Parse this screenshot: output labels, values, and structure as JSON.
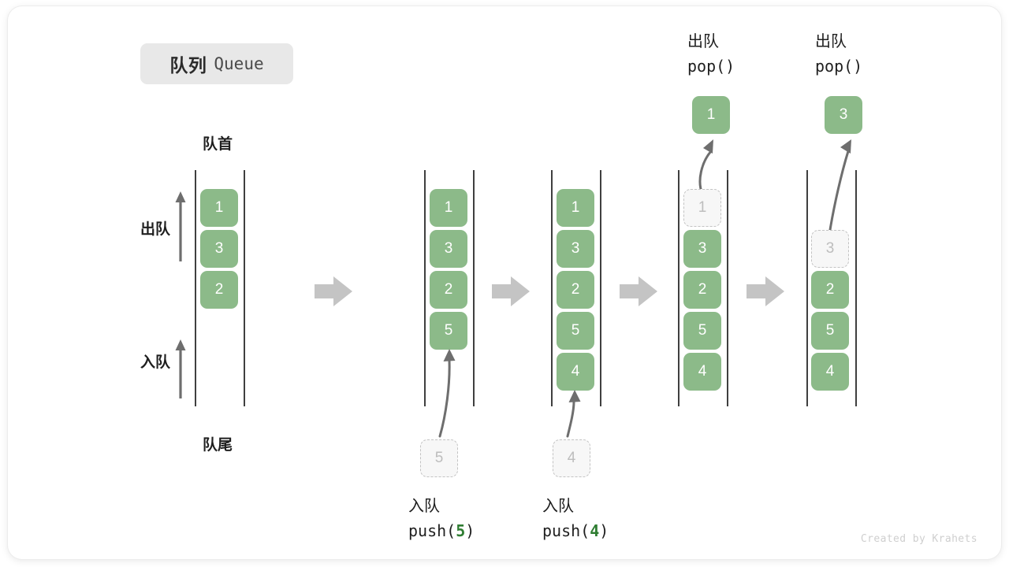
{
  "title": {
    "cn": "队列",
    "en": "Queue"
  },
  "captions": {
    "head": "队首",
    "tail": "队尾"
  },
  "side_labels": {
    "pop": "出队",
    "push": "入队"
  },
  "colors": {
    "cell_fill": "#8cba89",
    "cell_text": "#ffffff",
    "ghost_fill": "#f7f7f7",
    "ghost_border": "#c3c3c3",
    "ghost_text": "#bdbdbd",
    "rail": "#3f3f3f",
    "step_arrow": "#c4c4c4",
    "curve_arrow": "#6e6e6e",
    "badge_bg": "#e8e8e8",
    "code_accent": "#2f7d32"
  },
  "stages": [
    {
      "id": "stage-initial",
      "cells": [
        "1",
        "3",
        "2"
      ],
      "ghost_index": -1,
      "op": null,
      "popped": null
    },
    {
      "id": "stage-push-5",
      "cells": [
        "1",
        "3",
        "2",
        "5"
      ],
      "ghost_index": -1,
      "op": {
        "cn": "入队",
        "fn": "push(",
        "arg": "5",
        "close": ")"
      },
      "incoming": "5",
      "popped": null
    },
    {
      "id": "stage-push-4",
      "cells": [
        "1",
        "3",
        "2",
        "5",
        "4"
      ],
      "ghost_index": -1,
      "op": {
        "cn": "入队",
        "fn": "push(",
        "arg": "4",
        "close": ")"
      },
      "incoming": "4",
      "popped": null
    },
    {
      "id": "stage-pop-1",
      "cells": [
        "1",
        "3",
        "2",
        "5",
        "4"
      ],
      "ghost_index": 0,
      "op": {
        "cn": "出队",
        "fn": "pop(",
        "arg": "",
        "close": ")"
      },
      "popped": "1"
    },
    {
      "id": "stage-pop-3",
      "cells": [
        "3",
        "2",
        "5",
        "4"
      ],
      "ghost_index": 0,
      "op": {
        "cn": "出队",
        "fn": "pop(",
        "arg": "",
        "close": ")"
      },
      "popped": "3"
    }
  ],
  "step_arrows": [
    {
      "name": "step-arrow-1"
    },
    {
      "name": "step-arrow-2"
    },
    {
      "name": "step-arrow-3"
    },
    {
      "name": "step-arrow-4"
    }
  ],
  "credit": "Created by Krahets"
}
